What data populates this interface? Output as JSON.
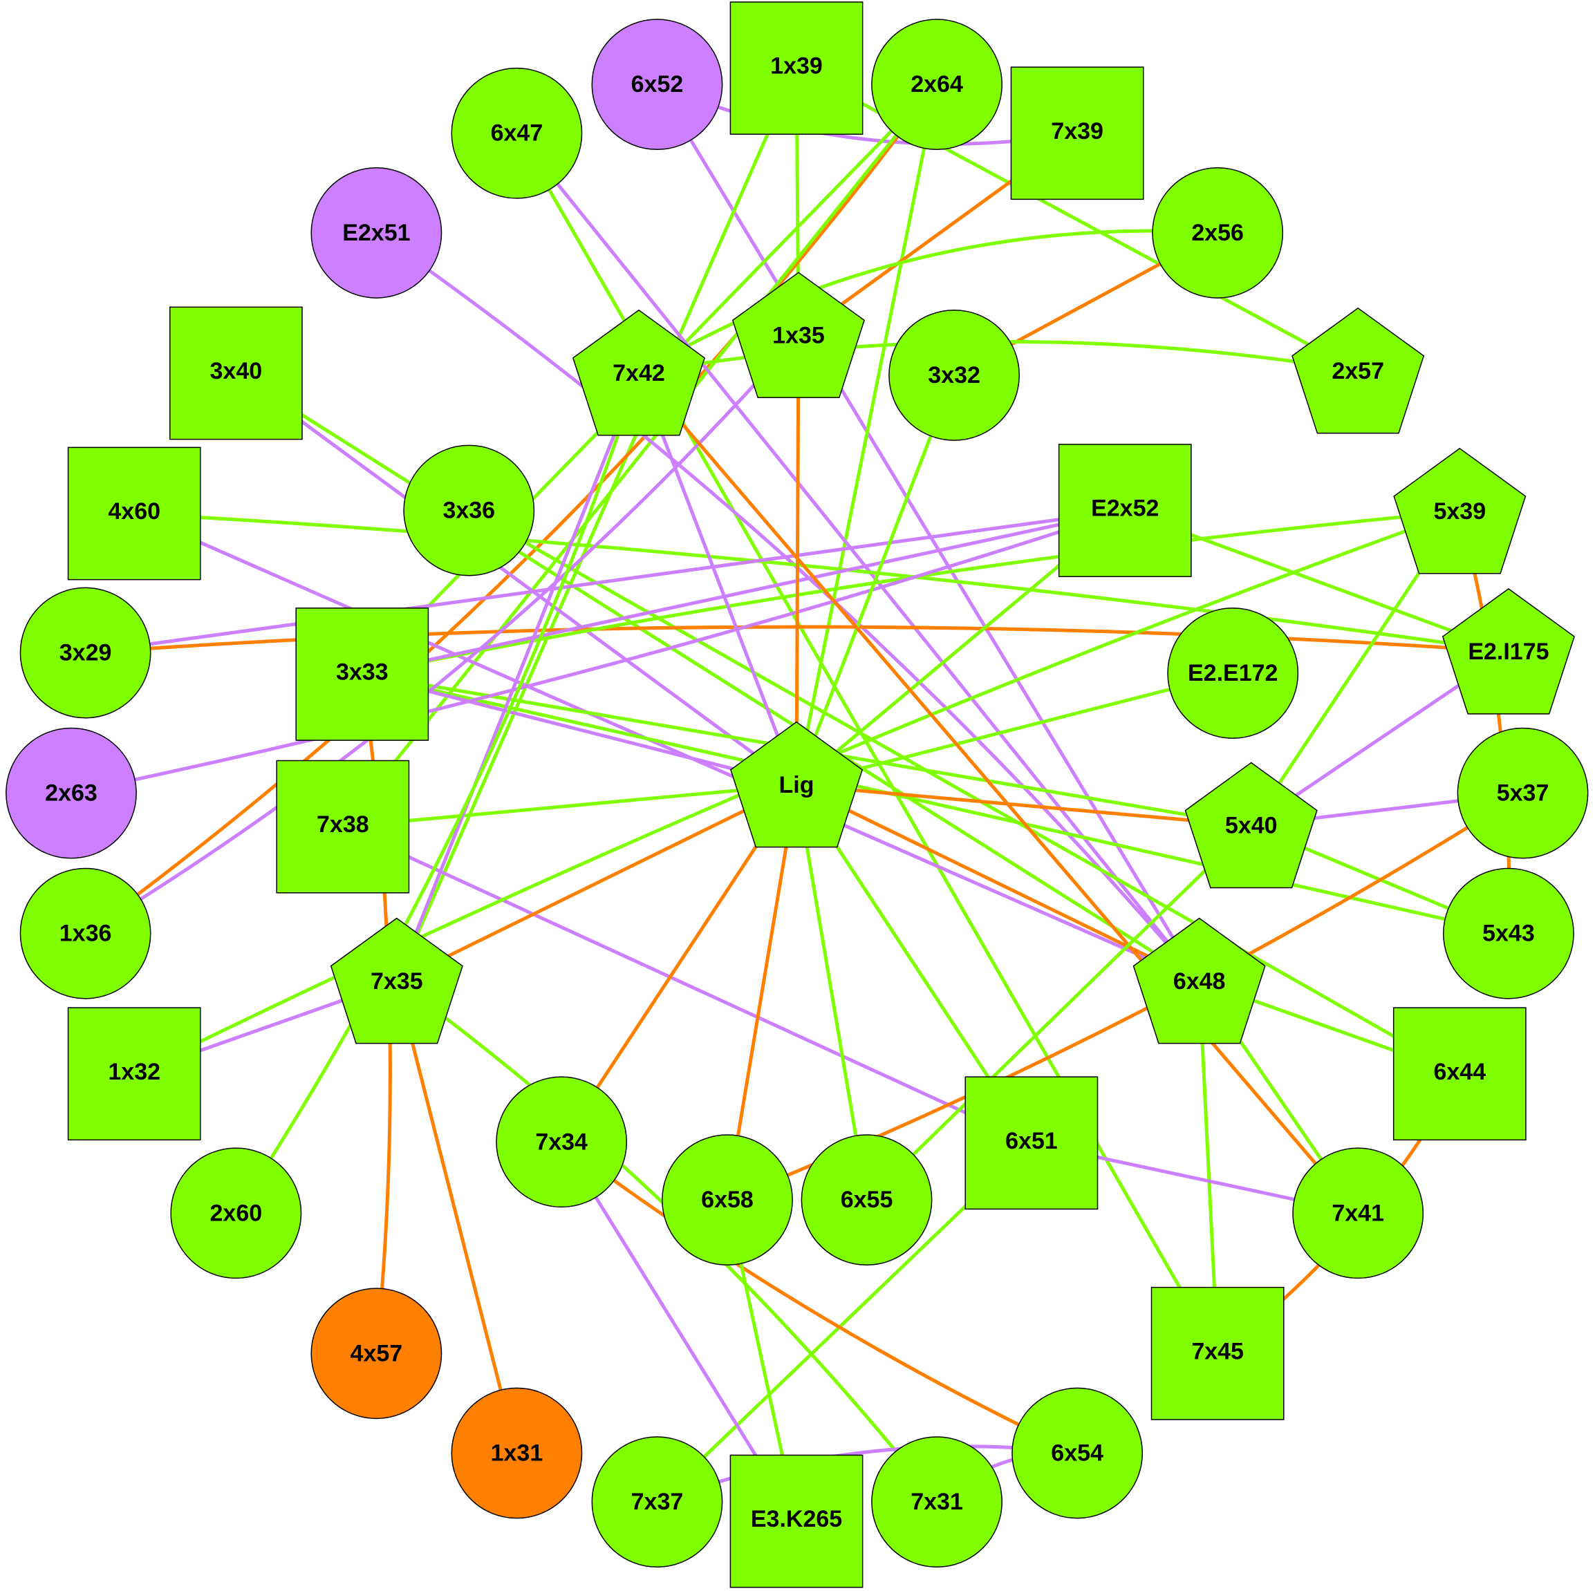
{
  "title": "Residue interaction network",
  "colors": {
    "green": "#80ff00",
    "purple": "#cc80ff",
    "orange": "#ff8000"
  },
  "edge_types": {
    "green": "#80ff00",
    "purple": "#cc80ff",
    "orange": "#ff8000"
  },
  "nodes": [
    {
      "id": "6x52",
      "label": "6x52",
      "shape": "circle",
      "color": "purple"
    },
    {
      "id": "1x39",
      "label": "1x39",
      "shape": "square",
      "color": "green"
    },
    {
      "id": "2x64",
      "label": "2x64",
      "shape": "circle",
      "color": "green"
    },
    {
      "id": "6x47",
      "label": "6x47",
      "shape": "circle",
      "color": "green"
    },
    {
      "id": "7x39",
      "label": "7x39",
      "shape": "square",
      "color": "green"
    },
    {
      "id": "E2x51",
      "label": "E2x51",
      "shape": "circle",
      "color": "purple"
    },
    {
      "id": "2x56",
      "label": "2x56",
      "shape": "circle",
      "color": "green"
    },
    {
      "id": "3x40",
      "label": "3x40",
      "shape": "square",
      "color": "green"
    },
    {
      "id": "7x42",
      "label": "7x42",
      "shape": "pentagon",
      "color": "green"
    },
    {
      "id": "1x35",
      "label": "1x35",
      "shape": "pentagon",
      "color": "green"
    },
    {
      "id": "3x32",
      "label": "3x32",
      "shape": "circle",
      "color": "green"
    },
    {
      "id": "2x57",
      "label": "2x57",
      "shape": "pentagon",
      "color": "green"
    },
    {
      "id": "4x60",
      "label": "4x60",
      "shape": "square",
      "color": "green"
    },
    {
      "id": "3x36",
      "label": "3x36",
      "shape": "circle",
      "color": "green"
    },
    {
      "id": "E2x52",
      "label": "E2x52",
      "shape": "square",
      "color": "green"
    },
    {
      "id": "5x39",
      "label": "5x39",
      "shape": "pentagon",
      "color": "green"
    },
    {
      "id": "3x29",
      "label": "3x29",
      "shape": "circle",
      "color": "green"
    },
    {
      "id": "3x33",
      "label": "3x33",
      "shape": "square",
      "color": "green"
    },
    {
      "id": "E2.E172",
      "label": "E2.E172",
      "shape": "circle",
      "color": "green"
    },
    {
      "id": "E2.I175",
      "label": "E2.I175",
      "shape": "pentagon",
      "color": "green"
    },
    {
      "id": "2x63",
      "label": "2x63",
      "shape": "circle",
      "color": "purple"
    },
    {
      "id": "Lig",
      "label": "Lig",
      "shape": "pentagon",
      "color": "green"
    },
    {
      "id": "5x37",
      "label": "5x37",
      "shape": "circle",
      "color": "green"
    },
    {
      "id": "7x38",
      "label": "7x38",
      "shape": "square",
      "color": "green"
    },
    {
      "id": "5x40",
      "label": "5x40",
      "shape": "pentagon",
      "color": "green"
    },
    {
      "id": "1x36",
      "label": "1x36",
      "shape": "circle",
      "color": "green"
    },
    {
      "id": "5x43",
      "label": "5x43",
      "shape": "circle",
      "color": "green"
    },
    {
      "id": "7x35",
      "label": "7x35",
      "shape": "pentagon",
      "color": "green"
    },
    {
      "id": "6x48",
      "label": "6x48",
      "shape": "pentagon",
      "color": "green"
    },
    {
      "id": "1x32",
      "label": "1x32",
      "shape": "square",
      "color": "green"
    },
    {
      "id": "6x44",
      "label": "6x44",
      "shape": "square",
      "color": "green"
    },
    {
      "id": "7x34",
      "label": "7x34",
      "shape": "circle",
      "color": "green"
    },
    {
      "id": "6x51",
      "label": "6x51",
      "shape": "square",
      "color": "green"
    },
    {
      "id": "6x58",
      "label": "6x58",
      "shape": "circle",
      "color": "green"
    },
    {
      "id": "6x55",
      "label": "6x55",
      "shape": "circle",
      "color": "green"
    },
    {
      "id": "2x60",
      "label": "2x60",
      "shape": "circle",
      "color": "green"
    },
    {
      "id": "7x41",
      "label": "7x41",
      "shape": "circle",
      "color": "green"
    },
    {
      "id": "7x45",
      "label": "7x45",
      "shape": "square",
      "color": "green"
    },
    {
      "id": "4x57",
      "label": "4x57",
      "shape": "circle",
      "color": "orange"
    },
    {
      "id": "1x31",
      "label": "1x31",
      "shape": "circle",
      "color": "orange"
    },
    {
      "id": "6x54",
      "label": "6x54",
      "shape": "circle",
      "color": "green"
    },
    {
      "id": "7x37",
      "label": "7x37",
      "shape": "circle",
      "color": "green"
    },
    {
      "id": "E3.K265",
      "label": "E3.K265",
      "shape": "square",
      "color": "green"
    },
    {
      "id": "7x31",
      "label": "7x31",
      "shape": "circle",
      "color": "green"
    }
  ],
  "edges": [
    {
      "source": "6x52",
      "target": "7x39",
      "type": "purple"
    },
    {
      "source": "6x52",
      "target": "6x48",
      "type": "purple"
    },
    {
      "source": "1x39",
      "target": "1x35",
      "type": "green"
    },
    {
      "source": "1x39",
      "target": "7x35",
      "type": "green"
    },
    {
      "source": "1x39",
      "target": "2x57",
      "type": "green"
    },
    {
      "source": "2x64",
      "target": "1x36",
      "type": "orange"
    },
    {
      "source": "2x64",
      "target": "7x38",
      "type": "green"
    },
    {
      "source": "2x64",
      "target": "3x33",
      "type": "green"
    },
    {
      "source": "2x64",
      "target": "Lig",
      "type": "green"
    },
    {
      "source": "7x39",
      "target": "1x35",
      "type": "orange"
    },
    {
      "source": "2x56",
      "target": "7x42",
      "type": "green"
    },
    {
      "source": "2x56",
      "target": "3x32",
      "type": "orange"
    },
    {
      "source": "6x47",
      "target": "6x48",
      "type": "purple"
    },
    {
      "source": "6x47",
      "target": "7x45",
      "type": "green"
    },
    {
      "source": "E2x51",
      "target": "6x48",
      "type": "purple"
    },
    {
      "source": "3x40",
      "target": "6x48",
      "type": "green"
    },
    {
      "source": "3x40",
      "target": "Lig",
      "type": "purple"
    },
    {
      "source": "4x60",
      "target": "E2.I175",
      "type": "green"
    },
    {
      "source": "4x60",
      "target": "6x48",
      "type": "purple"
    },
    {
      "source": "3x36",
      "target": "6x44",
      "type": "green"
    },
    {
      "source": "3x29",
      "target": "E2.I175",
      "type": "orange"
    },
    {
      "source": "3x29",
      "target": "E2x52",
      "type": "purple"
    },
    {
      "source": "3x33",
      "target": "5x39",
      "type": "green"
    },
    {
      "source": "3x33",
      "target": "E2x52",
      "type": "purple"
    },
    {
      "source": "3x33",
      "target": "5x40",
      "type": "green"
    },
    {
      "source": "3x33",
      "target": "5x43",
      "type": "green"
    },
    {
      "source": "3x33",
      "target": "Lig",
      "type": "purple"
    },
    {
      "source": "3x33",
      "target": "4x57",
      "type": "orange"
    },
    {
      "source": "2x63",
      "target": "E2x52",
      "type": "purple"
    },
    {
      "source": "1x36",
      "target": "1x35",
      "type": "purple"
    },
    {
      "source": "7x38",
      "target": "Lig",
      "type": "green"
    },
    {
      "source": "7x38",
      "target": "6x51",
      "type": "purple"
    },
    {
      "source": "7x35",
      "target": "Lig",
      "type": "orange"
    },
    {
      "source": "7x35",
      "target": "1x32",
      "type": "purple"
    },
    {
      "source": "7x35",
      "target": "1x31",
      "type": "orange"
    },
    {
      "source": "7x35",
      "target": "7x31",
      "type": "green"
    },
    {
      "source": "7x35",
      "target": "7x42",
      "type": "purple"
    },
    {
      "source": "1x32",
      "target": "5x39",
      "type": "green"
    },
    {
      "source": "2x60",
      "target": "7x42",
      "type": "green"
    },
    {
      "source": "Lig",
      "target": "1x35",
      "type": "orange"
    },
    {
      "source": "Lig",
      "target": "5x40",
      "type": "orange"
    },
    {
      "source": "Lig",
      "target": "6x48",
      "type": "orange"
    },
    {
      "source": "Lig",
      "target": "7x34",
      "type": "orange"
    },
    {
      "source": "Lig",
      "target": "6x58",
      "type": "orange"
    },
    {
      "source": "Lig",
      "target": "6x55",
      "type": "green"
    },
    {
      "source": "Lig",
      "target": "6x51",
      "type": "green"
    },
    {
      "source": "Lig",
      "target": "E2x52",
      "type": "green"
    },
    {
      "source": "Lig",
      "target": "3x32",
      "type": "green"
    },
    {
      "source": "Lig",
      "target": "E2.E172",
      "type": "green"
    },
    {
      "source": "Lig",
      "target": "7x42",
      "type": "purple"
    },
    {
      "source": "7x42",
      "target": "7x41",
      "type": "orange"
    },
    {
      "source": "7x42",
      "target": "2x57",
      "type": "green"
    },
    {
      "source": "5x39",
      "target": "5x40",
      "type": "green"
    },
    {
      "source": "5x39",
      "target": "5x43",
      "type": "orange"
    },
    {
      "source": "E2x52",
      "target": "E2.I175",
      "type": "green"
    },
    {
      "source": "E2.I175",
      "target": "5x40",
      "type": "purple"
    },
    {
      "source": "5x40",
      "target": "5x37",
      "type": "purple"
    },
    {
      "source": "5x40",
      "target": "6x55",
      "type": "green"
    },
    {
      "source": "5x40",
      "target": "5x43",
      "type": "green"
    },
    {
      "source": "5x37",
      "target": "6x58",
      "type": "orange"
    },
    {
      "source": "6x48",
      "target": "6x44",
      "type": "green"
    },
    {
      "source": "6x48",
      "target": "7x41",
      "type": "green"
    },
    {
      "source": "6x48",
      "target": "7x45",
      "type": "green"
    },
    {
      "source": "6x51",
      "target": "7x41",
      "type": "purple"
    },
    {
      "source": "6x51",
      "target": "7x37",
      "type": "green"
    },
    {
      "source": "6x44",
      "target": "7x45",
      "type": "orange"
    },
    {
      "source": "7x34",
      "target": "6x54",
      "type": "orange"
    },
    {
      "source": "7x34",
      "target": "E3.K265",
      "type": "purple"
    },
    {
      "source": "6x58",
      "target": "E3.K265",
      "type": "green"
    },
    {
      "source": "7x37",
      "target": "6x54",
      "type": "purple"
    },
    {
      "source": "7x31",
      "target": "6x54",
      "type": "purple"
    }
  ]
}
